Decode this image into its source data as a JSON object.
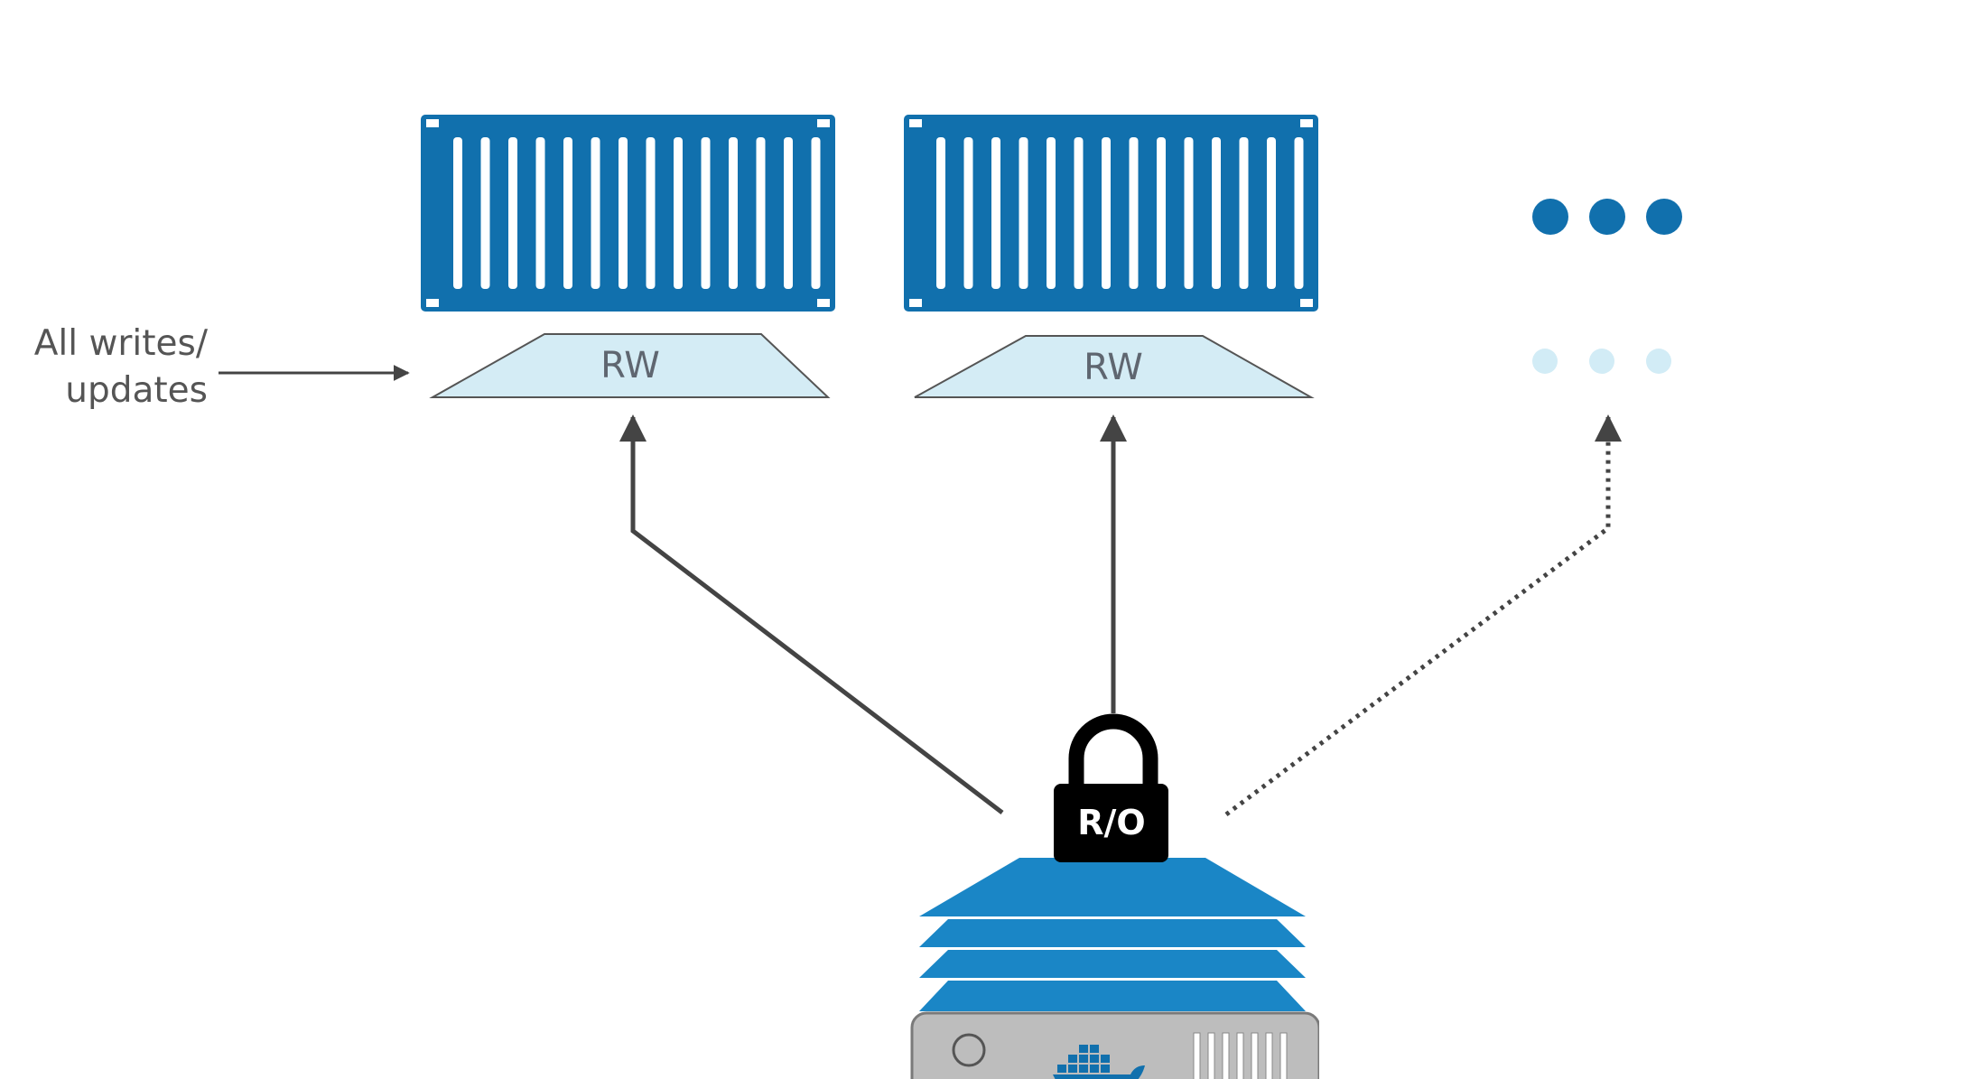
{
  "annotation": {
    "line1": "All writes/",
    "line2": "updates"
  },
  "containers": [
    {
      "layer_label": "RW"
    },
    {
      "layer_label": "RW"
    }
  ],
  "image": {
    "lock_label": "R/O"
  },
  "colors": {
    "container_blue": "#1170ad",
    "rw_layer_fill": "#d4ecf5",
    "image_layer_blue": "#1a86c6",
    "ellipsis_dark": "#1170ad",
    "ellipsis_light": "#d2ecf6",
    "arrow": "#444444",
    "host_gray": "#bdbdbd"
  },
  "icons": [
    "shipping-container-icon",
    "padlock-icon",
    "docker-whale-icon",
    "ellipsis-icon"
  ]
}
